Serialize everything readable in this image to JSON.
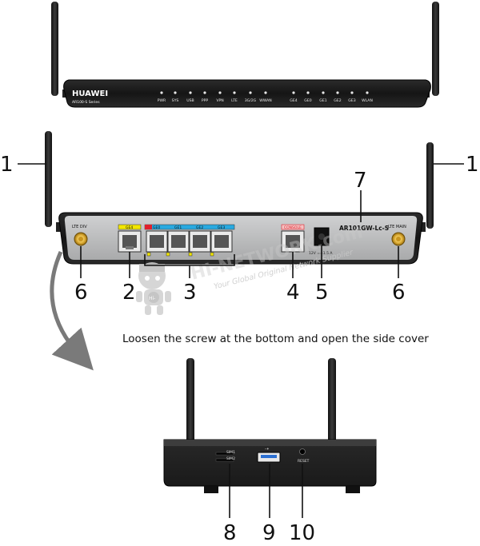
{
  "front": {
    "brand": "HUAWEI",
    "series": "AR100-S Series",
    "leds": [
      "PWR",
      "SYS",
      "USB",
      "PPP",
      "VPN",
      "LTE",
      "3G/2G",
      "WWAN",
      "GE4",
      "GE0",
      "GE1",
      "GE2",
      "GE3",
      "WLAN"
    ]
  },
  "rear": {
    "lte_div": "LTE DIV",
    "lte_main": "LTE MAIN",
    "model": "AR101GW-Lc-S",
    "ports": [
      "GE4",
      "GE0",
      "GE1",
      "GE2",
      "GE3"
    ],
    "console": "CONSOLE",
    "power_rating": "12V ==1.5 A"
  },
  "side": {
    "sim1": "SIM1",
    "sim2": "SIM2",
    "reset": "RESET"
  },
  "caption": "Loosen the screw at the bottom and open the side cover",
  "callouts": [
    "1",
    "1",
    "2",
    "3",
    "4",
    "5",
    "6",
    "6",
    "7",
    "8",
    "9",
    "10"
  ],
  "watermark": {
    "brand": "HI-NETWORK.com",
    "tagline": "Your Global Original Network Supplier",
    "mascot_text": "Hi-"
  },
  "colors": {
    "chassis": "#1a1a1a",
    "panel": "#b9babb",
    "ge_yellow": "#f2e600",
    "ge_blue": "#29a9e0",
    "console_red": "#e0202c",
    "antenna": "#202020",
    "arrow": "#7a7a7a"
  }
}
